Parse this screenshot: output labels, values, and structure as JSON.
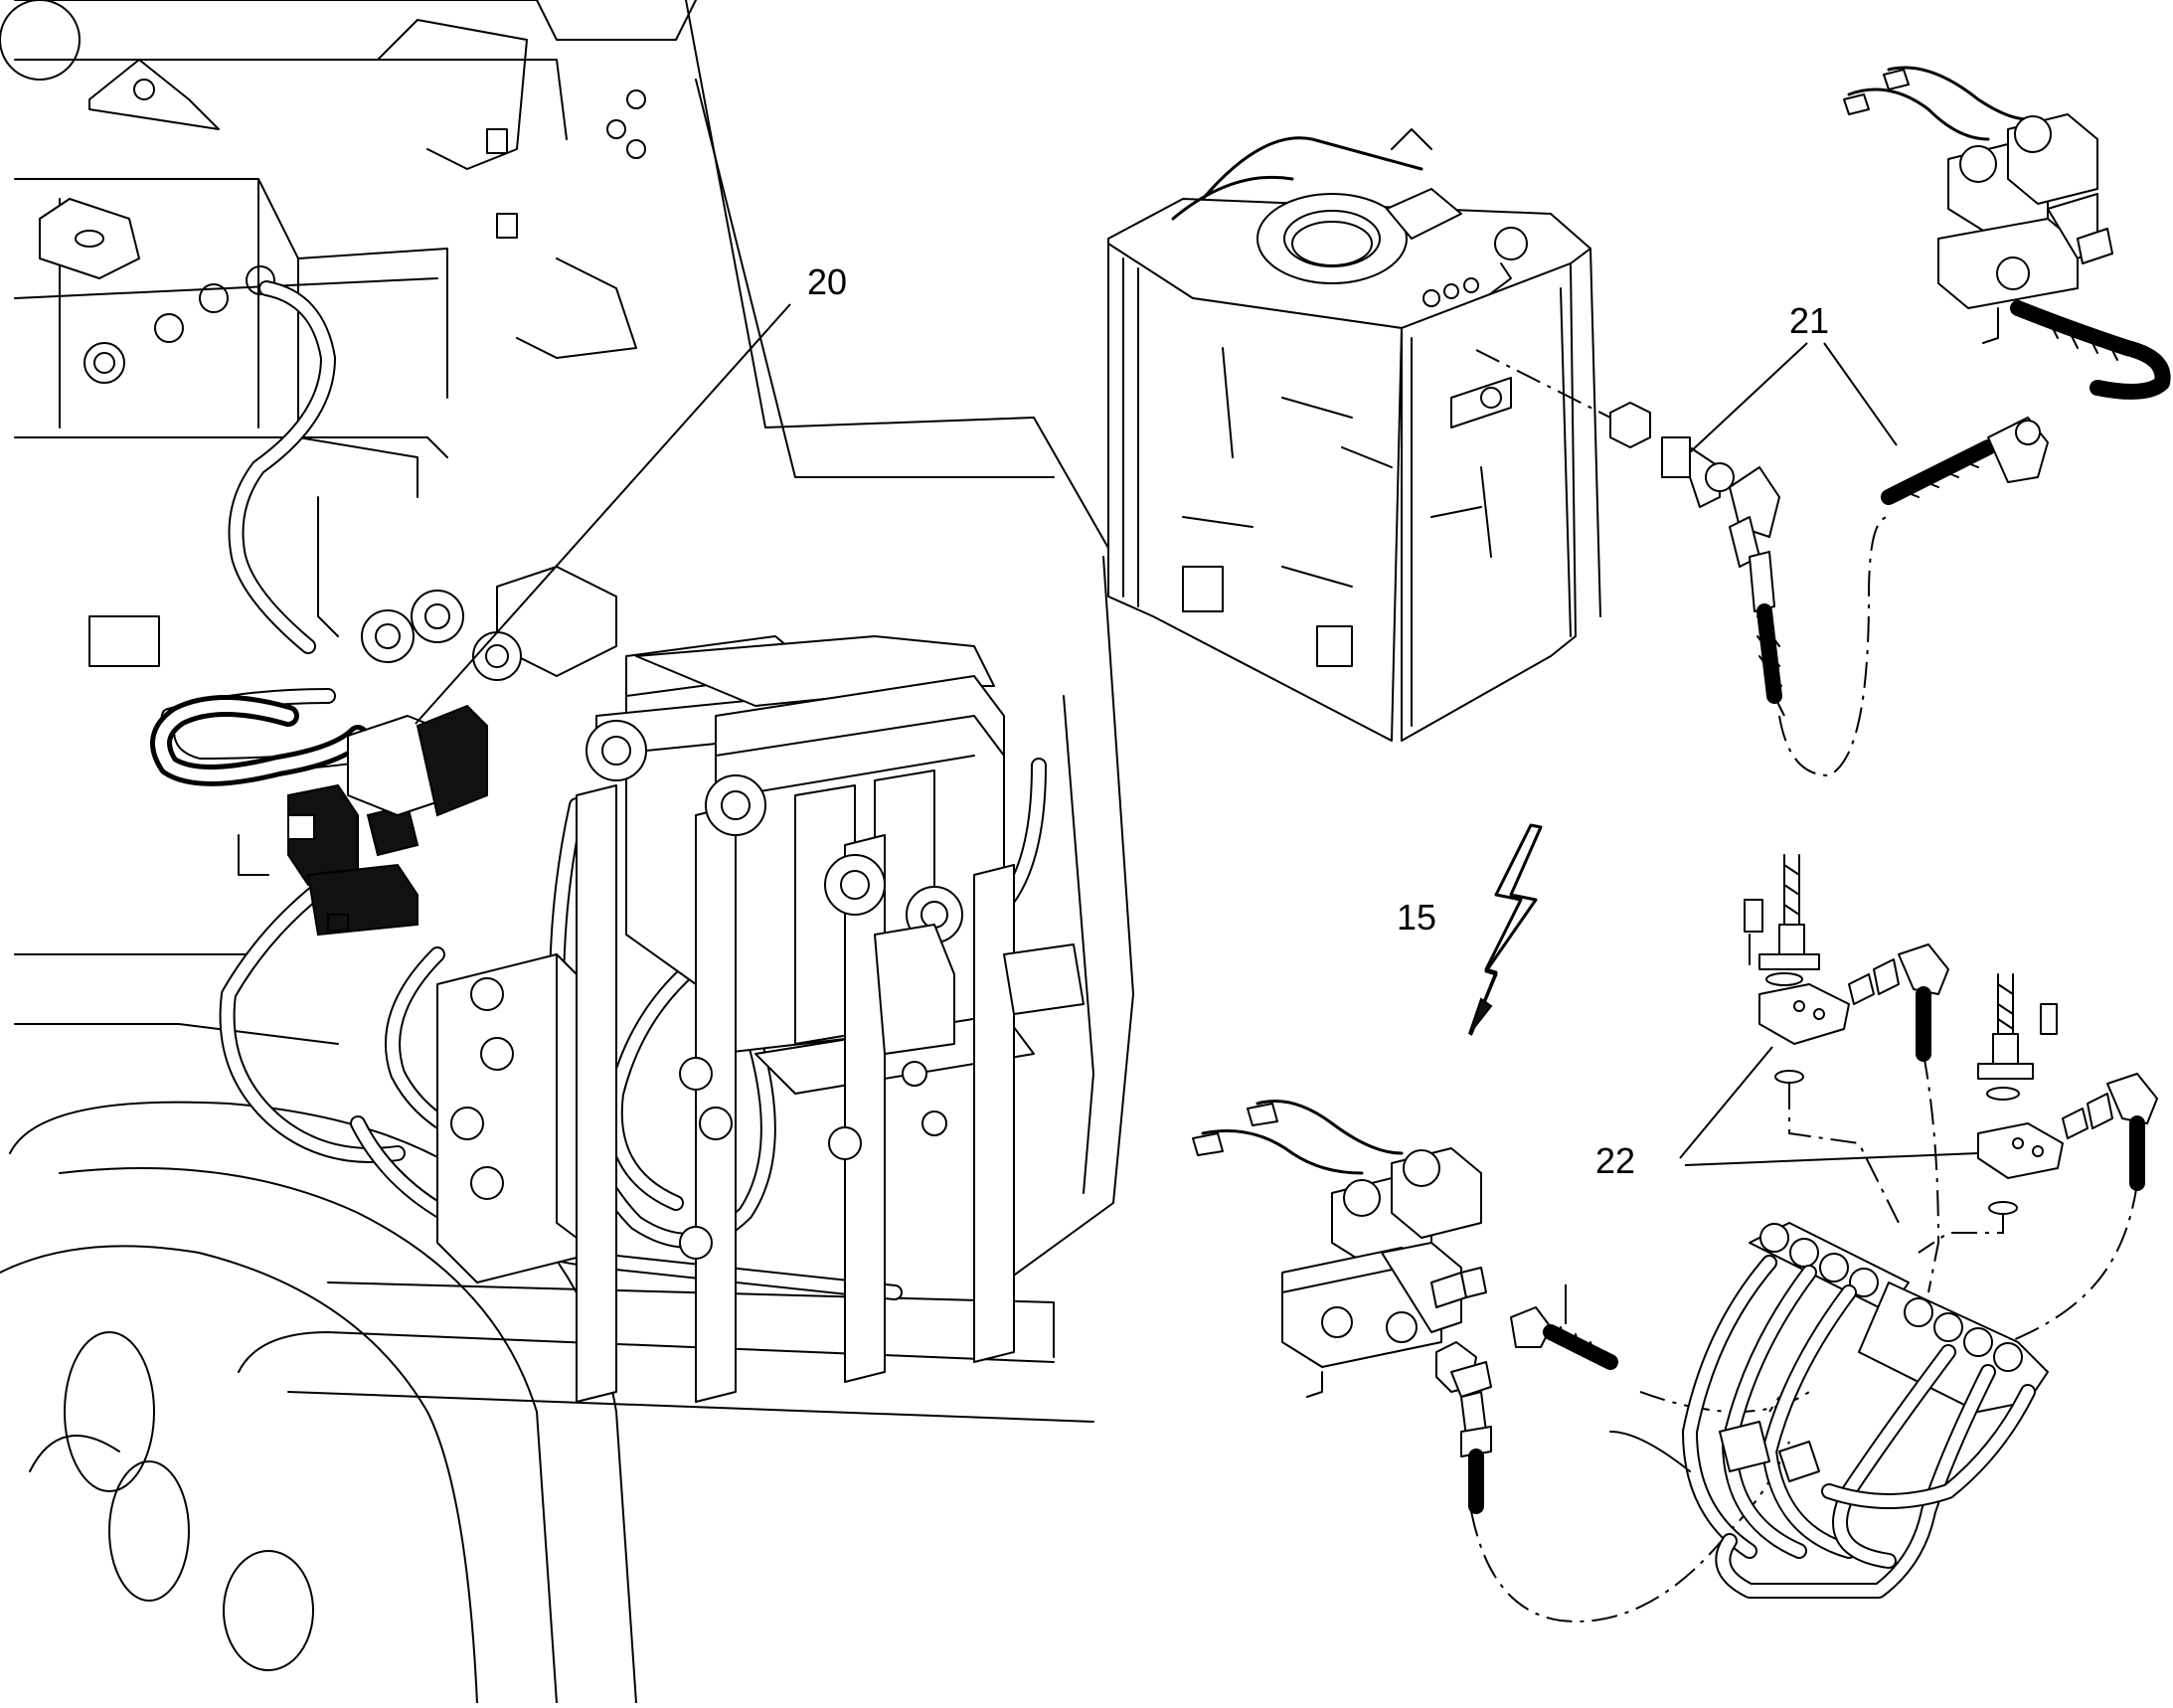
{
  "callouts": {
    "c20": "20",
    "c21": "21",
    "c22": "22",
    "c15": "15"
  },
  "icons": {
    "electrical_symbol": "lightning-bolt-icon"
  }
}
